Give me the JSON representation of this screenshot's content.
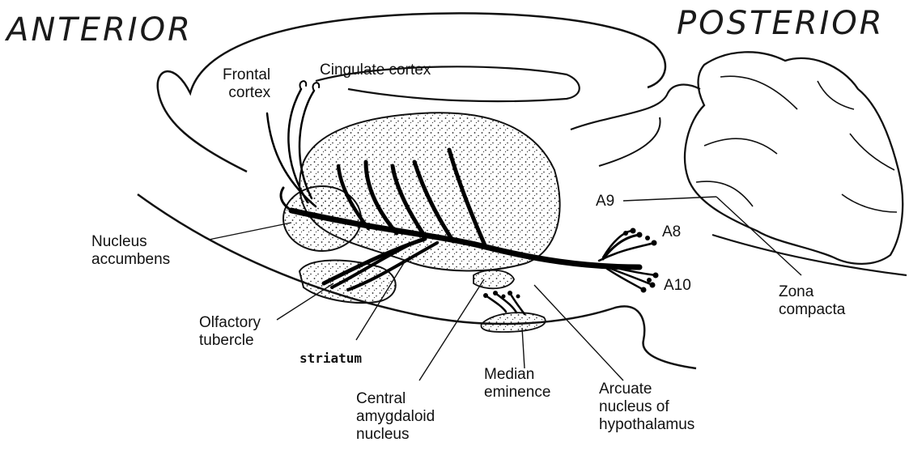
{
  "orientation": {
    "anterior": "ANTERIOR",
    "posterior": "POSTERIOR"
  },
  "labels": {
    "frontal_cortex": [
      "Frontal",
      "cortex"
    ],
    "cingulate_cortex": "Cingulate cortex",
    "nucleus_accumbens": [
      "Nucleus",
      "accumbens"
    ],
    "olfactory_tubercle": [
      "Olfactory",
      "tubercle"
    ],
    "striatum": "striatum",
    "central_amygdaloid_nucleus": [
      "Central",
      "amygdaloid",
      "nucleus"
    ],
    "median_eminence": [
      "Median",
      "eminence"
    ],
    "arcuate_nucleus": [
      "Arcuate",
      "nucleus of",
      "hypothalamus"
    ],
    "zona_compacta": [
      "Zona",
      "compacta"
    ],
    "a9": "A9",
    "a8": "A8",
    "a10": "A10"
  },
  "colors": {
    "ink": "#111111",
    "background": "#ffffff"
  }
}
